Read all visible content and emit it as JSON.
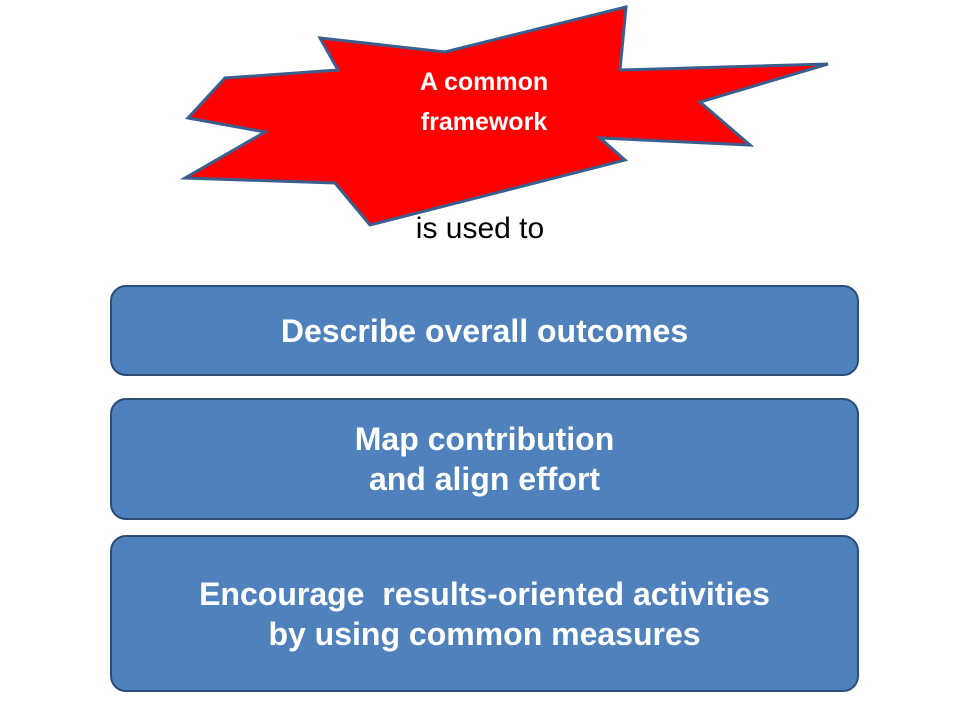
{
  "burst": {
    "line1": "A common",
    "line2": "framework",
    "fill": "#ff0000",
    "stroke": "#3a5f8f"
  },
  "connector": "is used to",
  "boxes": [
    {
      "lines": [
        "Describe overall outcomes"
      ]
    },
    {
      "lines": [
        "Map contribution",
        "and align effort"
      ]
    },
    {
      "lines": [
        "Encourage  results-oriented activities",
        "by using common measures"
      ]
    }
  ],
  "colors": {
    "box_fill": "#4f81bd",
    "box_border": "#2c4d75",
    "text_light": "#ffffff"
  }
}
